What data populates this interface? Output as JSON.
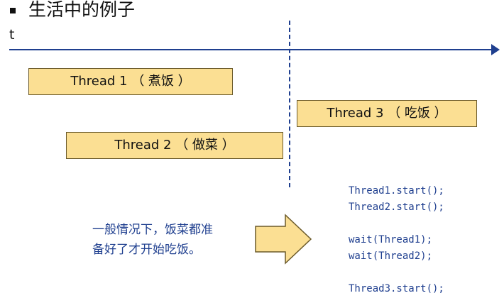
{
  "title": "生活中的例子",
  "axis": {
    "label": "t"
  },
  "threads": {
    "thread1": "Thread 1 （ 煮饭 ）",
    "thread2": "Thread 2 （ 做菜 ）",
    "thread3": "Thread 3 （ 吃饭 ）"
  },
  "note": {
    "line1": "一般情况下，饭菜都准",
    "line2": "备好了才开始吃饭。"
  },
  "code": [
    "Thread1.start();",
    "Thread2.start();",
    "",
    "wait(Thread1);",
    "wait(Thread2);",
    "",
    "Thread3.start();"
  ],
  "colors": {
    "box_fill": "#FBDF93",
    "accent": "#1F3F8F"
  }
}
